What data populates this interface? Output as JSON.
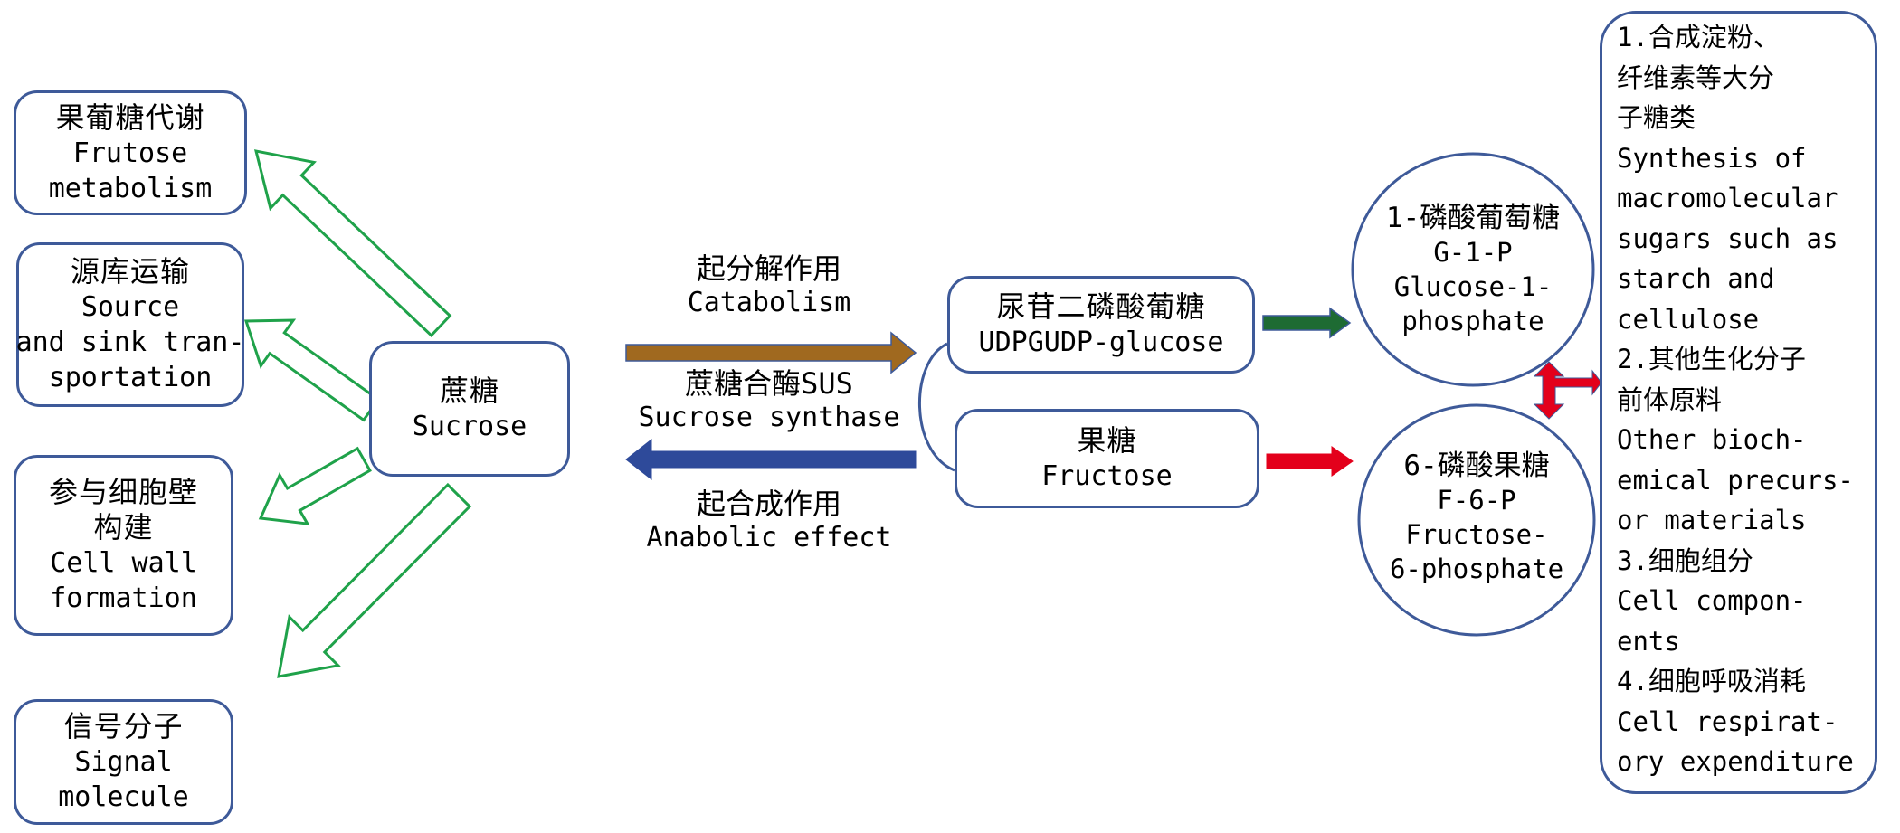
{
  "colors": {
    "box_border": "#3E5A99",
    "green_outline_arrow": "#1FA24A",
    "catabolism_arrow": "#A0691F",
    "anabolic_arrow": "#2E4A9A",
    "udpg_arrow": "#1E6B33",
    "fructose_arrow": "#E3001B",
    "cross_arrow": "#E3001B"
  },
  "left_boxes": [
    {
      "zh": "果葡糖代谢",
      "en": "Frutose\nmetabolism"
    },
    {
      "zh": "源库运输",
      "en": "Source\nand sink tran-\nsportation"
    },
    {
      "zh": "参与细胞壁\n构建",
      "en": "Cell wall\nformation"
    },
    {
      "zh": "信号分子",
      "en": "Signal\nmolecule"
    }
  ],
  "sucrose": {
    "zh": "蔗糖",
    "en": "Sucrose"
  },
  "catabolism": {
    "zh": "起分解作用",
    "en": "Catabolism"
  },
  "enzyme": {
    "zh": "蔗糖合酶SUS",
    "en": "Sucrose synthase"
  },
  "anabolic": {
    "zh": "起合成作用",
    "en": "Anabolic effect"
  },
  "udpg": {
    "zh": "尿苷二磷酸葡糖",
    "en": "UDPGUDP-glucose"
  },
  "fructose": {
    "zh": "果糖",
    "en": "Fructose"
  },
  "g1p": {
    "zh": "1-磷酸葡萄糖",
    "abbr": "G-1-P",
    "en1": "Glucose-1-",
    "en2": "phosphate"
  },
  "f6p": {
    "zh": "6-磷酸果糖",
    "abbr": "F-6-P",
    "en1": "Fructose-",
    "en2": "6-phosphate"
  },
  "outcomes": [
    "1.合成淀粉、",
    "纤维素等大分",
    "子糖类",
    "Synthesis of",
    "macromolecular",
    "sugars such as",
    "starch and",
    "cellulose",
    "2.其他生化分子",
    "前体原料",
    "Other bioch-",
    "emical precurs-",
    "or materials",
    "3.细胞组分",
    "Cell compon-",
    "ents",
    "4.细胞呼吸消耗",
    "Cell respirat-",
    "ory expenditure"
  ]
}
